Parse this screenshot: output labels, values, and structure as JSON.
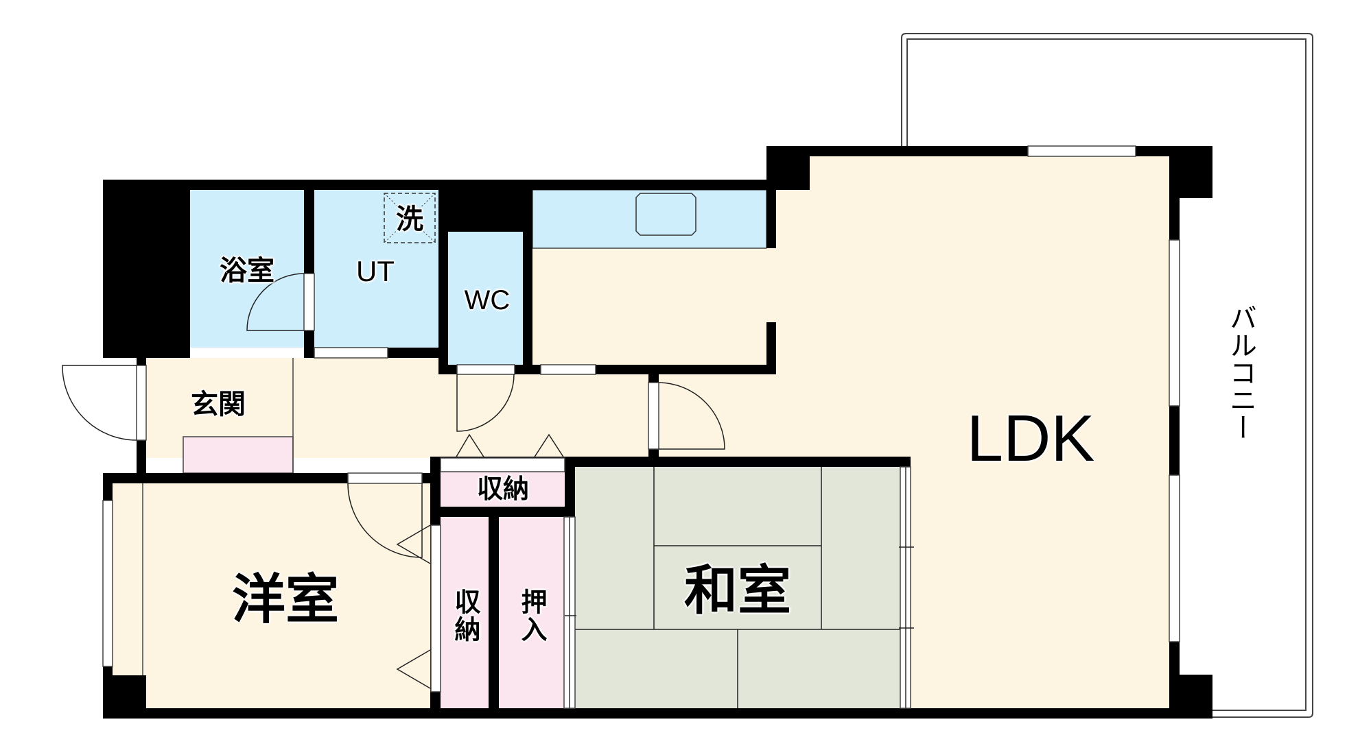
{
  "floorplan": {
    "colors": {
      "wall": "#000000",
      "wet_area": "#cfeefb",
      "floor": "#fdf5e2",
      "storage": "#fbe6f0",
      "tatami": "#e1e6d8",
      "window": "#ffffff",
      "line": "#333333"
    },
    "rooms": {
      "bathroom": {
        "label": "浴室"
      },
      "utility": {
        "label": "UT"
      },
      "washer": {
        "label": "洗"
      },
      "toilet": {
        "label": "WC"
      },
      "entrance": {
        "label": "玄関"
      },
      "western_room": {
        "label": "洋室"
      },
      "storage_top": {
        "label": "収納"
      },
      "storage_side": {
        "label": "収納"
      },
      "closet": {
        "label": "押入"
      },
      "japanese_room": {
        "label": "和室"
      },
      "ldk": {
        "label": "LDK"
      },
      "balcony": {
        "label": "バルコニー"
      }
    }
  }
}
